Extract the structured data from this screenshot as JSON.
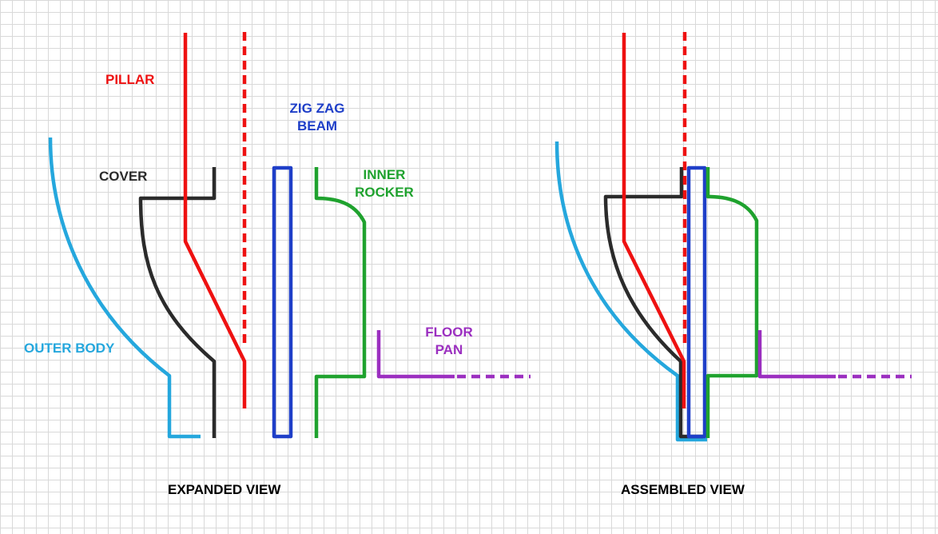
{
  "labels": {
    "pillar": "PILLAR",
    "zig_zag_beam": [
      "ZIG ZAG",
      "BEAM"
    ],
    "cover": "COVER",
    "inner_rocker": [
      "INNER",
      "ROCKER"
    ],
    "outer_body": "OUTER BODY",
    "floor_pan": [
      "FLOOR",
      "PAN"
    ]
  },
  "captions": {
    "expanded": "EXPANDED VIEW",
    "assembled": "ASSEMBLED VIEW"
  },
  "colors": {
    "pillar": "#ee1111",
    "zig_zag_beam": "#1f3fc8",
    "cover": "#2b2b2b",
    "inner_rocker": "#1fa22e",
    "outer_body": "#25a7dd",
    "floor_pan": "#9b2fc0"
  }
}
